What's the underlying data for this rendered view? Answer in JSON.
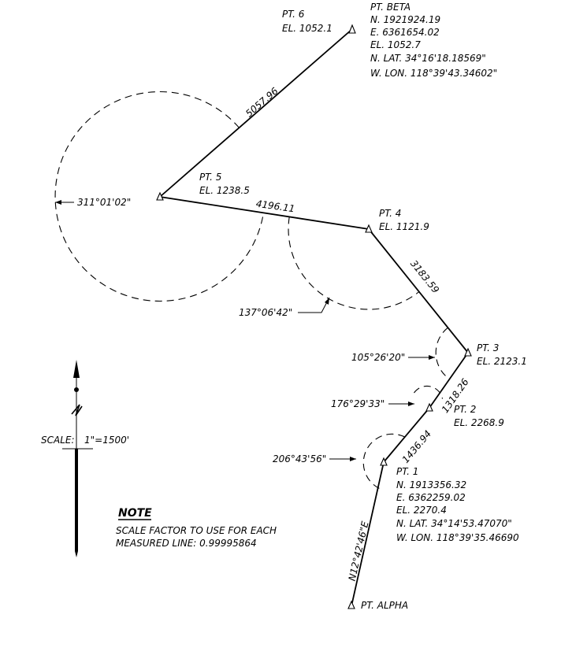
{
  "points": {
    "pt6": {
      "name": "PT. 6",
      "el": "EL. 1052.1"
    },
    "beta": {
      "name": "PT. BETA",
      "n": "N. 1921924.19",
      "e": "E. 6361654.02",
      "el": "EL. 1052.7",
      "lat": "N. LAT. 34°16'18.18569\"",
      "lon": "W. LON. 118°39'43.34602\""
    },
    "pt5": {
      "name": "PT. 5",
      "el": "EL. 1238.5"
    },
    "pt4": {
      "name": "PT. 4",
      "el": "EL. 1121.9"
    },
    "pt3": {
      "name": "PT. 3",
      "el": "EL. 2123.1"
    },
    "pt2": {
      "name": "PT. 2",
      "el": "EL. 2268.9"
    },
    "pt1": {
      "name": "PT. 1",
      "n": "N. 1913356.32",
      "e": "E. 6362259.02",
      "el": "EL. 2270.4",
      "lat": "N. LAT. 34°14'53.47070\"",
      "lon": "W. LON. 118°39'35.46690"
    },
    "alpha": {
      "name": "PT. ALPHA"
    }
  },
  "distances": {
    "d5_6": "5057.96",
    "d5_4": "4196.11",
    "d4_3": "3183.59",
    "d3_2": "1318.26",
    "d2_1": "1436.94"
  },
  "bearing": "N12°42'46\"E",
  "angles": {
    "a5": "311°01'02\"",
    "a4": "137°06'42\"",
    "a3": "105°26'20\"",
    "a2": "176°29'33\"",
    "a1": "206°43'56\""
  },
  "scale": {
    "label": "SCALE:",
    "value": "1\"=1500'"
  },
  "note": {
    "title": "NOTE",
    "line1": "SCALE FACTOR TO USE FOR EACH",
    "line2": "MEASURED LINE: 0.99995864"
  },
  "north_arrow_icon": "north-arrow-icon"
}
